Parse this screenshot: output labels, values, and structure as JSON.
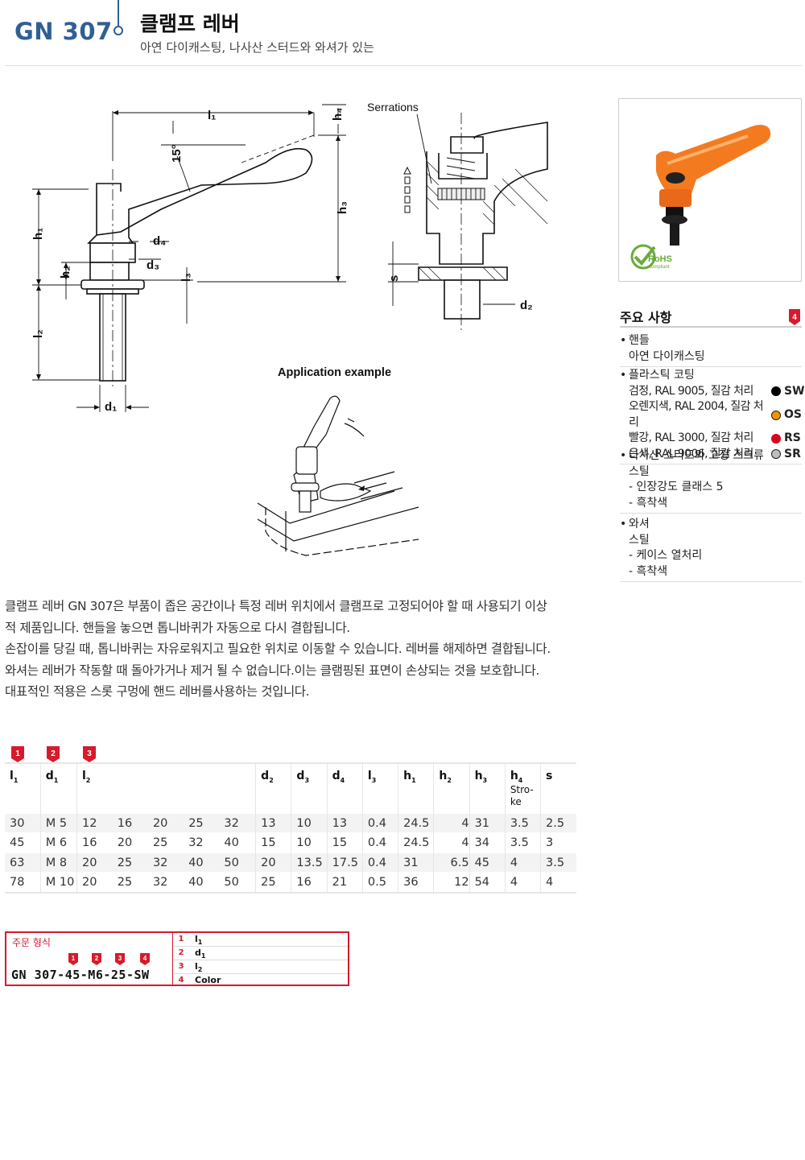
{
  "header": {
    "code": "GN 307",
    "title": "클램프 레버",
    "subtitle": "아연 다이캐스팅, 나사산 스터드와 와셔가 있는"
  },
  "drawing": {
    "serrations_label": "Serrations",
    "application_label": "Application example",
    "labels": {
      "l1": "l₁",
      "h4": "h₄",
      "deg": "15°",
      "h3": "h₃",
      "h1": "h₁",
      "d4": "d₄",
      "h2": "h₂",
      "d3": "d₃",
      "l3": "l₃",
      "l2": "l₂",
      "d1": "d₁",
      "s": "s",
      "d2": "d₂"
    }
  },
  "photo": {
    "rohs": "RoHS",
    "rohs_sub": "compliant"
  },
  "features": {
    "title": "주요 사항",
    "badge": "4",
    "handle_title": "핸들",
    "handle_material": "아연 다이캐스팅",
    "coating_title": "플라스틱 코팅",
    "colors": [
      {
        "text": "검정, RAL 9005, 질감 처리",
        "code": "SW",
        "hex": "#000000"
      },
      {
        "text": "오렌지색, RAL 2004, 질감 처리",
        "code": "OS",
        "hex": "#f39200"
      },
      {
        "text": "빨강, RAL 3000, 질감 처리",
        "code": "RS",
        "hex": "#d9001b"
      },
      {
        "text": "은색, RAL 9006, 질감 처리",
        "code": "SR",
        "hex": "#bdbdbd"
      }
    ],
    "stud_title": "나사산 스터드와 고정 스크류",
    "stud_material": "스틸",
    "stud_sub": [
      "인장강도 클래스 5",
      "흑착색"
    ],
    "washer_title": "와셔",
    "washer_material": "스틸",
    "washer_sub": [
      "케이스 열처리",
      "흑착색"
    ]
  },
  "description": [
    "클램프 레버 GN 307은 부품이 좁은 공간이나 특정 레버 위치에서 클램프로 고정되어야 할 때 사용되기 이상",
    "적 제품입니다. 핸들을 놓으면 톱니바퀴가 자동으로 다시 결합됩니다.",
    "손잡이를 당길 때, 톱니바퀴는 자유로워지고 필요한 위치로 이동할 수 있습니다. 레버를 해제하면 결합됩니다.",
    "와셔는 레버가 작동할 때 돌아가거나 제거 될 수 없습니다.이는 클램핑된 표면이 손상되는 것을 보호합니다.",
    "대표적인 적용은 스롯 구멍에 핸드 레버를사용하는 것입니다."
  ],
  "table": {
    "badges": [
      "1",
      "2",
      "3"
    ],
    "headers": {
      "l1": "l",
      "d1": "d",
      "l2": "l",
      "d2": "d",
      "d3": "d",
      "d4": "d",
      "l3": "l",
      "h1": "h",
      "h2": "h",
      "h3": "h",
      "h4": "h",
      "h4_note": "Stro-ke",
      "s": "s",
      "sub1": "1",
      "sub2": "2",
      "sub3": "3",
      "sub4": "4"
    },
    "rows": [
      [
        "30",
        "M 5",
        "12",
        "16",
        "20",
        "25",
        "32",
        "13",
        "10",
        "13",
        "0.4",
        "24.5",
        "4",
        "31",
        "3.5",
        "2.5"
      ],
      [
        "45",
        "M 6",
        "16",
        "20",
        "25",
        "32",
        "40",
        "15",
        "10",
        "15",
        "0.4",
        "24.5",
        "4",
        "34",
        "3.5",
        "3"
      ],
      [
        "63",
        "M 8",
        "20",
        "25",
        "32",
        "40",
        "50",
        "20",
        "13.5",
        "17.5",
        "0.4",
        "31",
        "6.5",
        "45",
        "4",
        "3.5"
      ],
      [
        "78",
        "M 10",
        "20",
        "25",
        "32",
        "40",
        "50",
        "25",
        "16",
        "21",
        "0.5",
        "36",
        "12",
        "54",
        "4",
        "4"
      ]
    ]
  },
  "order": {
    "title": "주문 형식",
    "badges": [
      "1",
      "2",
      "3",
      "4"
    ],
    "code": "GN 307-45-M6-25-SW",
    "items": [
      {
        "num": "1",
        "label": "l",
        "sub": "1"
      },
      {
        "num": "2",
        "label": "d",
        "sub": "1"
      },
      {
        "num": "3",
        "label": "l",
        "sub": "2"
      },
      {
        "num": "4",
        "label": "Color",
        "sub": ""
      }
    ]
  },
  "colors": {
    "accent_blue": "#2f5f95",
    "accent_red": "#d51b2d",
    "product_orange": "#f47a20"
  }
}
